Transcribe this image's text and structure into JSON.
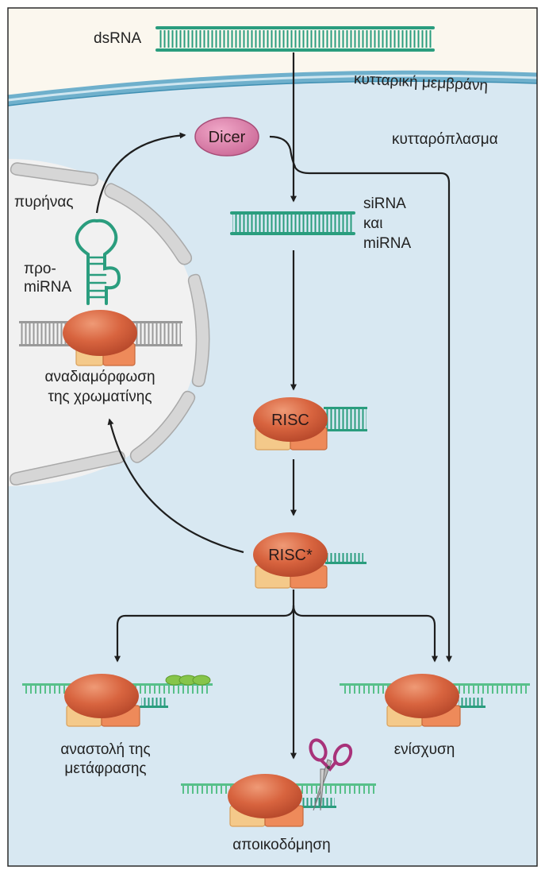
{
  "labels": {
    "dsrna": "dsRNA",
    "membrane": "κυτταρική μεμβράνη",
    "cytoplasm": "κυτταρόπλασμα",
    "dicer": "Dicer",
    "nucleus": "πυρήνας",
    "sirna_line1": "siRNA",
    "sirna_line2": "και",
    "sirna_line3": "miRNA",
    "pre_mirna_line1": "προ-",
    "pre_mirna_line2": "miRNA",
    "chromatin_line1": "αναδιαμόρφωση",
    "chromatin_line2": "της χρωματίνης",
    "risc": "RISC",
    "risc_star": "RISC*",
    "inhibition_line1": "αναστολή της",
    "inhibition_line2": "μετάφρασης",
    "enhancement": "ενίσχυση",
    "degradation": "αποικοδόμηση"
  },
  "colors": {
    "extracellular": "#fbf7ee",
    "cytoplasm": "#d8e8f2",
    "membrane": "#6fb0cc",
    "nucleus": "#f0f0f0",
    "envelope": "#d8d8d8",
    "rna": "#2a9d7e",
    "mrna": "#58c08a",
    "protein": "#d45e3e",
    "subunit_light": "#f4c98a",
    "subunit_dark": "#ee8a5a",
    "dicer": "#d87aa3",
    "arrow": "#1e1e1e"
  }
}
